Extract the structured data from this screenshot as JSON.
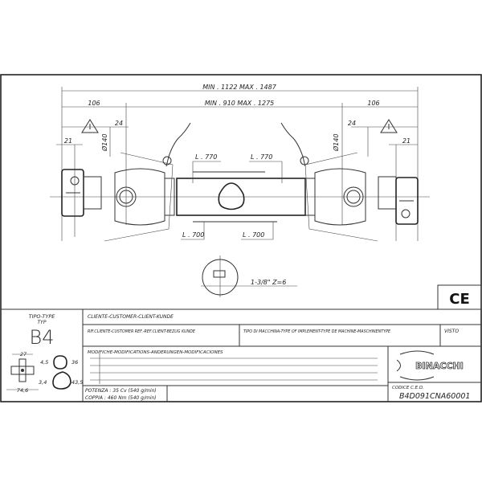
{
  "dimensions": {
    "overall": "MIN . 1122    MAX . 1487",
    "inner": "MIN . 910    MAX . 1275",
    "left_end": "106",
    "right_end": "106",
    "left_guard": "24",
    "right_guard": "24",
    "left_flange": "21",
    "right_flange": "21",
    "left_diameter": "Ø140",
    "right_diameter": "Ø140",
    "tube_outer_left": "L . 770",
    "tube_outer_right": "L . 770",
    "tube_inner_left": "L . 700",
    "tube_inner_right": "L . 700",
    "spline": "1-3/8\"  Z=6"
  },
  "ce_mark": "CE",
  "title_block": {
    "type_label": "TIPO-TYPE",
    "type_label2": "TYP",
    "type_value": "B4",
    "cross_width": "27",
    "cross_length": "74,6",
    "profile_small_wall": "4,5",
    "profile_small_size": "36",
    "profile_large_wall": "3,4",
    "profile_large_size": "43,5",
    "customer_label": "CLIENTE-CUSTOMER-CLIENT-KUNDE",
    "customer_ref_label": "RIF.CLIENTE-CUSTOMER REF.-REF.CLIENT-BEZUG KUNDE",
    "machine_type_label": "TIPO DI MACCHINA-TYPE OF IMPLEMENT-TYPE DE MACHINE-MASCHINENTYPE",
    "approved_label": "VISTO",
    "modifications_label": "MODIFICHE-MODIFICATIONS-ANDERUNGEN-MODIFICACIONES",
    "power": "POTENZA : 35 Cv (540 g/min)",
    "torque": "COPPIA : 460 Nm (540 g/min)",
    "brand": "BINACCHI",
    "code_label": "CODICE C.E.D.",
    "code_value": "B4D091CNA60001"
  }
}
